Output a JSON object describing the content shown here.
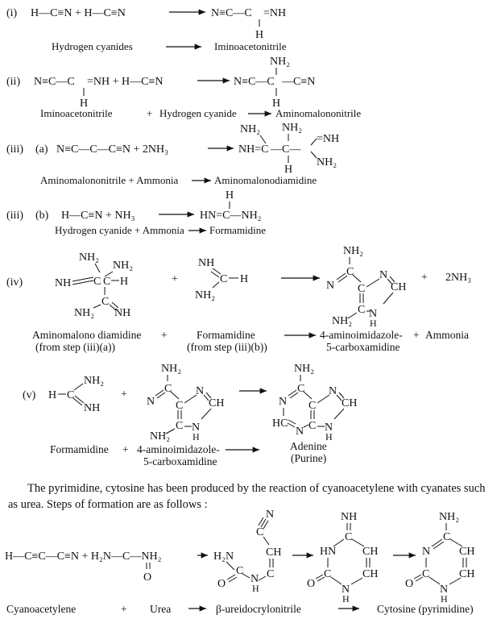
{
  "steps": [
    {
      "id": "i",
      "label": "(i)",
      "equation": [
        "H—C≡N + H—C≡N",
        "N≡C—C",
        "=NH",
        "H"
      ],
      "caption": [
        "Hydrogen cyanides",
        "Iminoacetonitrile"
      ]
    },
    {
      "id": "ii",
      "label": "(ii)",
      "equation": [
        "N≡C—C",
        "=NH + H—C≡N",
        "H",
        "NH₂",
        "N≡C—C",
        "—C≡N",
        "H"
      ],
      "caption": [
        "Iminoacetonitrile",
        "+",
        "Hydrogen cyanide",
        "Aminomalononitrile"
      ]
    },
    {
      "id": "iii-a",
      "label": "(iii)",
      "sublabel": "(a)",
      "equation": [
        "N≡C—C—C≡N + 2NH₃",
        "NH₂",
        "NH₂",
        "=NH",
        "NH=C",
        "—C—",
        "NH₂",
        "H"
      ],
      "caption": [
        "Aminomalononitrile + Ammonia",
        "Aminomalonodiamidine"
      ]
    },
    {
      "id": "iii-b",
      "label": "(iii)",
      "sublabel": "(b)",
      "equation": [
        "H—C≡N + NH₃",
        "H",
        "HN=C—NH₂"
      ],
      "caption": [
        "Hydrogen cyanide + Ammonia",
        "Formamidine"
      ]
    },
    {
      "id": "iv",
      "label": "(iv)",
      "plus": [
        "+",
        "+"
      ],
      "product_extra": "2NH₃",
      "caption": {
        "reactant1": [
          "Aminomalono diamidine",
          "(from step (iii)(a))"
        ],
        "plus": "+",
        "reactant2": [
          "Formamidine",
          "(from step (iii)(b))"
        ],
        "product": [
          "4-aminoimidazole-",
          "5-carboxamidine"
        ],
        "plus2": "+",
        "byproduct": "Ammonia"
      }
    },
    {
      "id": "v",
      "label": "(v)",
      "plus": "+",
      "caption": {
        "reactant1": "Formamidine",
        "plus": "+",
        "reactant2": [
          "4-aminoimidazole-",
          "5-carboxamidine"
        ],
        "product": [
          "Adenine",
          "(Purine)"
        ]
      }
    }
  ],
  "paragraph": "The pyrimidine, cytosine has been produced by the reaction of cyanoacetylene with cyanates such as urea. Steps of formation are as follows :",
  "cytosine": {
    "reactants": [
      "H—C≡C—C≡N + H₂N—C—NH₂",
      "O"
    ],
    "caption": [
      "Cyanoacetylene",
      "+",
      "Urea",
      "β-ureidocrylonitrile",
      "Cytosine (pyrimidine)"
    ]
  },
  "atoms": {
    "NH2": "NH₂",
    "NH": "NH",
    "N": "N",
    "H": "H",
    "C": "C",
    "CH": "CH",
    "HN": "HN",
    "HC": "HC",
    "O": "O",
    "H2N": "H₂N"
  }
}
